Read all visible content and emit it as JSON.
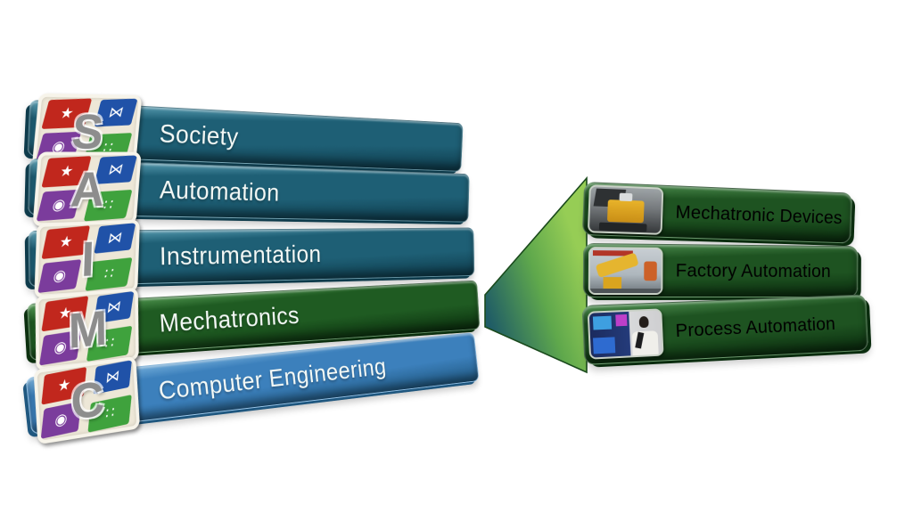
{
  "theme": {
    "teal": "#1E5F75",
    "teal-hi": "#62A7BC",
    "teal-dark": "#0E3B4B",
    "mgreen": "#1F5B22",
    "mgreen-hi": "#58A057",
    "mgreen-dark": "#0B2F0E",
    "ceblue": "#3C80BC",
    "ceblue-hi": "#7CB5DF",
    "ceblue-dark": "#1F577F",
    "rgreen": "#1E5321",
    "rgreen-hi": "#4C8C4E",
    "rgreen-dark": "#0A2C0E",
    "wedge-start": "#1F5C66",
    "wedge-mid": "#5FA84C",
    "wedge-end": "#96CD55",
    "wedge-stroke": "#1A4A1C",
    "label": "#F4F9F6",
    "badge-bg": "#EDE7D7",
    "badge-border": "#F7F4EA",
    "letter": "#8D8D8D",
    "q-red": "#C1271D",
    "q-blue": "#2052A8",
    "q-purple": "#7B3C9C",
    "q-green": "#3FA23D"
  },
  "left_stack": {
    "items": [
      {
        "label": "Society",
        "letter": "S"
      },
      {
        "label": "Automation",
        "letter": "A"
      },
      {
        "label": "Instrumentation",
        "letter": "I"
      },
      {
        "label": "Mechatronics",
        "letter": "M"
      },
      {
        "label": "Computer Engineering",
        "letter": "C"
      }
    ]
  },
  "right_stack": {
    "items": [
      {
        "label": "Mechatronic Devices",
        "photo": "walle-robot-photo"
      },
      {
        "label": "Factory Automation",
        "photo": "factory-robot-photo"
      },
      {
        "label": "Process Automation",
        "photo": "control-room-photo"
      }
    ]
  },
  "badge_glyphs": {
    "red": "★",
    "blue": "⋈",
    "purple": "◉",
    "green": "∷"
  }
}
